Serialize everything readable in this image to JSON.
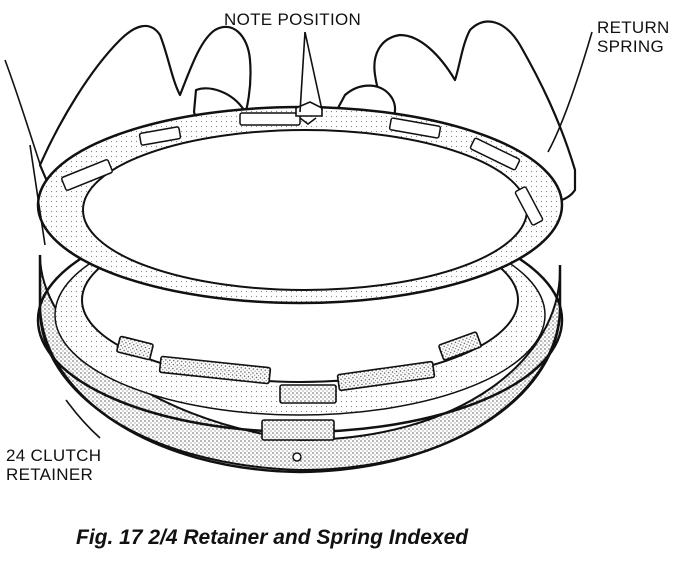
{
  "labels": {
    "note_position": "NOTE POSITION",
    "return_spring": [
      "RETURN",
      "SPRING"
    ],
    "clutch_retainer": [
      "24 CLUTCH",
      "RETAINER"
    ]
  },
  "caption": "Fig. 17 2/4 Retainer and Spring Indexed"
}
